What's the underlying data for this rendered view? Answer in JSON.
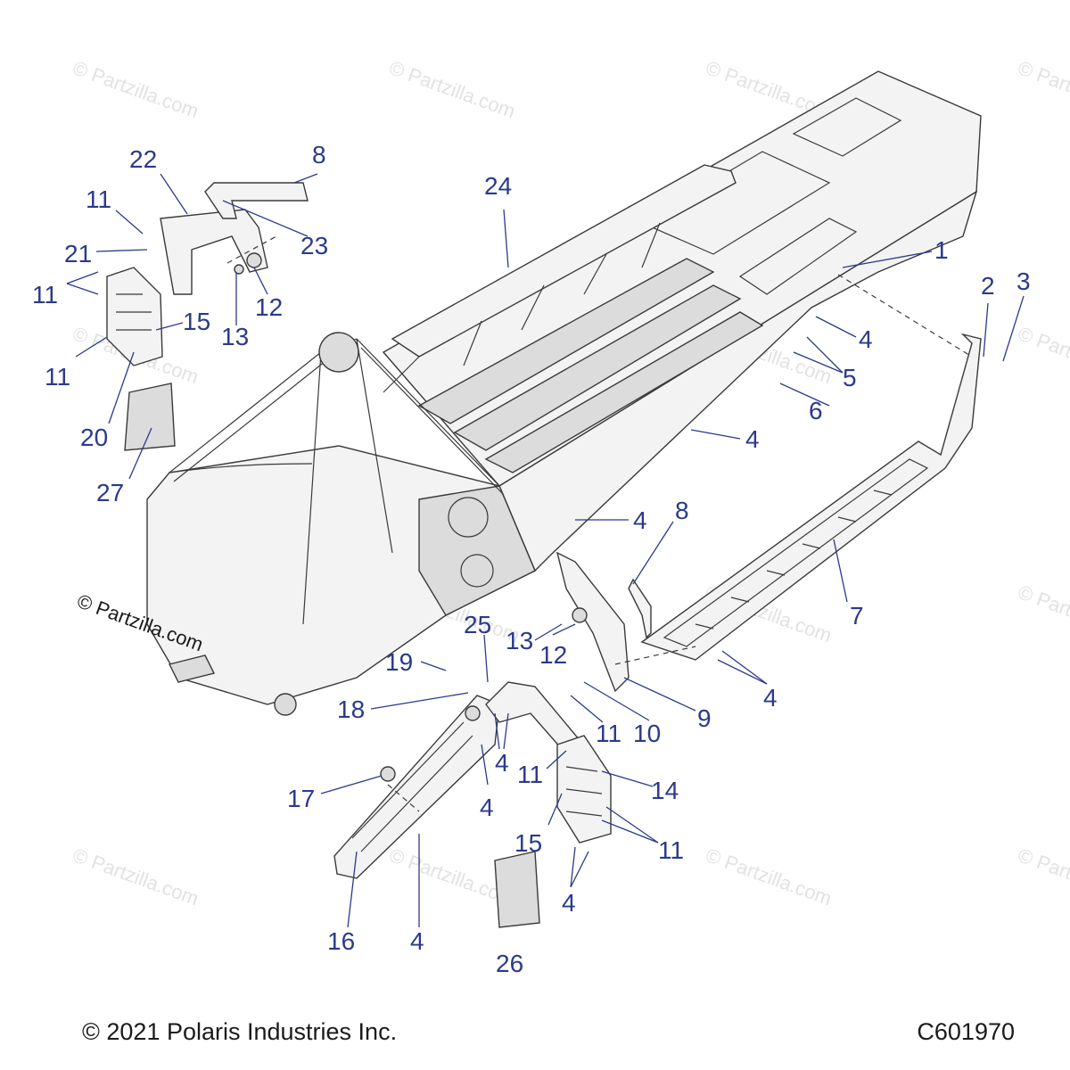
{
  "watermark": {
    "text": "© Partzilla.com"
  },
  "callouts": {
    "c1": "1",
    "c2": "2",
    "c3": "3",
    "c4a": "4",
    "c4b": "4",
    "c4c": "4",
    "c4d": "4",
    "c4e": "4",
    "c4f": "4",
    "c4g": "4",
    "c4h": "4",
    "c5": "5",
    "c6": "6",
    "c7": "7",
    "c8a": "8",
    "c8b": "8",
    "c9": "9",
    "c10": "10",
    "c11a": "11",
    "c11b": "11",
    "c11c": "11",
    "c11d": "11",
    "c11e": "11",
    "c11f": "11",
    "c12a": "12",
    "c12b": "12",
    "c13a": "13",
    "c13b": "13",
    "c14": "14",
    "c15a": "15",
    "c15b": "15",
    "c16": "16",
    "c17": "17",
    "c18": "18",
    "c19": "19",
    "c20": "20",
    "c21": "21",
    "c22": "22",
    "c23": "23",
    "c24": "24",
    "c25": "25",
    "c26": "26",
    "c27": "27"
  },
  "footer": {
    "copyright": "© 2021 Polaris Industries Inc.",
    "diagram_code": "C601970"
  }
}
